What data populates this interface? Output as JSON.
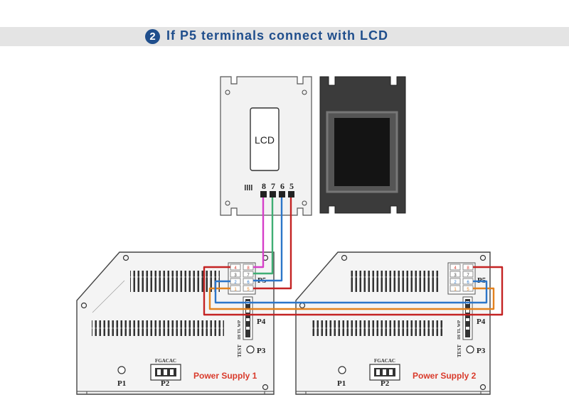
{
  "header": {
    "step_number": "2",
    "title": "If P5 terminals connect with LCD"
  },
  "lcd_board": {
    "screen_label": "LCD",
    "pin_labels": [
      "8",
      "7",
      "6",
      "5"
    ]
  },
  "power_supply_1": {
    "name": "Power Supply 1",
    "p1": "P1",
    "p2": "P2",
    "p3": "P3",
    "p4": "P4",
    "p5": "P5",
    "p2_text": "FGACAC",
    "test_label": "TEST",
    "p4_pins": "IH TL WP",
    "p5_pins": [
      "4",
      "8",
      "3",
      "7",
      "2",
      "6",
      "1",
      "5"
    ]
  },
  "power_supply_2": {
    "name": "Power Supply 2",
    "p1": "P1",
    "p2": "P2",
    "p3": "P3",
    "p4": "P4",
    "p5": "P5",
    "p2_text": "FGACAC",
    "test_label": "TEST",
    "p4_pins": "IH TL WP",
    "p5_pins": [
      "4",
      "8",
      "3",
      "7",
      "2",
      "6",
      "1",
      "5"
    ]
  },
  "wire_colors": {
    "magenta": "#d63fc9",
    "green": "#3fae74",
    "blue": "#2c76c9",
    "red": "#c42323",
    "orange": "#e3821f"
  }
}
